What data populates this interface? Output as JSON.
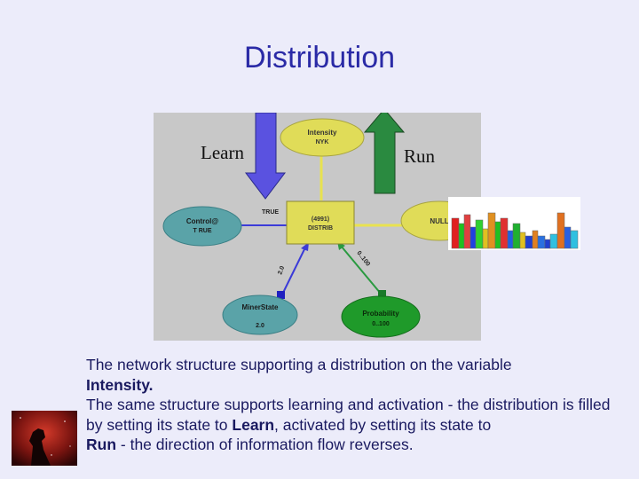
{
  "slide": {
    "title": "Distribution",
    "arrow_labels": {
      "learn": "Learn",
      "run": "Run"
    },
    "nodes": {
      "intensity": {
        "name": "Intensity",
        "value": "NYK"
      },
      "control": {
        "name": "Control@",
        "value": "T RUE"
      },
      "center": {
        "name": "(4991)",
        "value": "DISTRIB"
      },
      "null_node": {
        "name": "NULL"
      },
      "miner": {
        "name": "MinerState",
        "value": "2.0"
      },
      "probability": {
        "name": "Probability",
        "value": "0..100"
      }
    },
    "edge_labels": {
      "true_label": "TRUE",
      "miner_edge": "2.0",
      "prob_edge": "0..100"
    },
    "description": {
      "line1": "The network structure supporting a distribution on the variable",
      "intensity": "Intensity.",
      "line2": "The same structure supports learning and activation - the distribution is filled by setting its state to ",
      "learn": "Learn",
      "line3": ", activated by setting its state to ",
      "run": "Run",
      "line4": " - the direction of information flow reverses."
    },
    "colors": {
      "title": "#2a2aa6",
      "node_yellow": "#e0dc58",
      "node_teal": "#5aa3a8",
      "node_green": "#1f9a2a",
      "arrow_blue": "#5a52e0",
      "arrow_green": "#2a8a40",
      "diagram_bg": "#c8c8c8"
    },
    "icons": {
      "logo": "horsehead-nebula-logo"
    }
  }
}
